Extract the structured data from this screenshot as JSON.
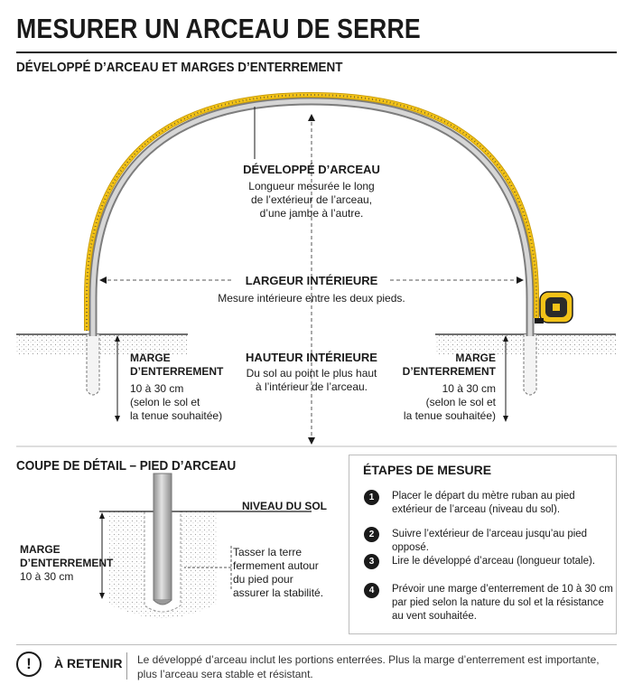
{
  "title": "MESURER UN ARCEAU DE SERRE",
  "subtitle": "DÉVELOPPÉ D’ARCEAU ET MARGES D’ENTERREMENT",
  "arch": {
    "developpe_title": "DÉVELOPPÉ D’ARCEAU",
    "developpe_desc": [
      "Longueur mesurée le long",
      "de l’extérieur de l’arceau,",
      "d’une jambe à l’autre."
    ],
    "largeur_title": "LARGEUR INTÉRIEURE",
    "largeur_desc": "Mesure intérieure entre les deux pieds.",
    "hauteur_title": "HAUTEUR INTÉRIEURE",
    "hauteur_desc": [
      "Du sol au point le plus haut",
      "à l’intérieur de l’arceau."
    ],
    "marge_left": {
      "title": [
        "MARGE",
        "D’ENTERREMENT"
      ],
      "desc": [
        "10 à 30 cm",
        "(selon le sol et",
        "la tenue souhaitée)"
      ]
    },
    "marge_right": {
      "title": [
        "MARGE",
        "D’ENTERREMENT"
      ],
      "desc": [
        "10 à 30 cm",
        "(selon le sol et",
        "la tenue souhaitée)"
      ]
    }
  },
  "detail": {
    "title": "COUPE DE DÉTAIL – PIED D’ARCEAU",
    "niveau": "NIVEAU DU SOL",
    "marge_title": [
      "MARGE",
      "D’ENTERREMENT"
    ],
    "marge_value": "10 à 30 cm",
    "tasser": [
      "Tasser la terre",
      "fermement autour",
      "du pied pour",
      "assurer la stabilité."
    ]
  },
  "steps": {
    "title": "ÉTAPES DE MESURE",
    "items": [
      {
        "num": "1",
        "text": "Placer le départ du mètre ruban au pied extérieur de l’arceau (niveau du sol)."
      },
      {
        "num": "2",
        "text": "Suivre l’extérieur de l’arceau jusqu’au pied opposé."
      },
      {
        "num": "3",
        "text": "Lire le développé d’arceau (longueur totale)."
      },
      {
        "num": "4",
        "text": "Prévoir une marge d’enterrement de 10 à 30 cm par pied selon la nature du sol et la résistance au vent souhaitée."
      }
    ]
  },
  "retain": {
    "icon": "!",
    "title": "À RETENIR",
    "text": "Le développé d’arceau inclut les portions enterrées. Plus la marge d’enterrement est importante, plus l’arceau sera stable et résistant."
  },
  "colors": {
    "tape": "#f2c218",
    "pipe": "#b8b8b8",
    "ink": "#1a1a1a"
  }
}
